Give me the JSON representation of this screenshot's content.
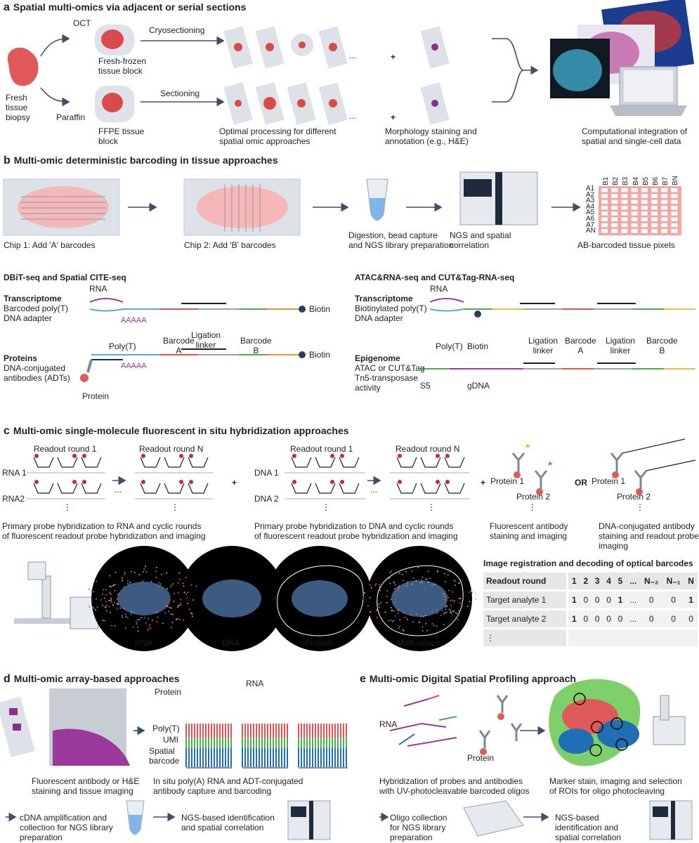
{
  "panel_a": {
    "letter": "a",
    "title": "Spatial multi-omics via adjacent or serial sections",
    "oct": "OCT",
    "cryosectioning": "Cryosectioning",
    "fresh_frozen": "Fresh-frozen\ntissue block",
    "biopsy": "Fresh\ntissue\nbiopsy",
    "paraffin": "Paraffin",
    "sectioning": "Sectioning",
    "ffpe": "FFPE tissue\nblock",
    "optimal": "Optimal processing for different\nspatial omic approaches",
    "morphology": "Morphology staining and\nannotation (e.g., H&E)",
    "computational": "Computational integration of\nspatial and single-cell data",
    "ellipsis": "...",
    "plus": "+"
  },
  "panel_b": {
    "letter": "b",
    "title": "Multi-omic deterministic barcoding in tissue approaches",
    "chip1": "Chip 1:  Add 'A' barcodes",
    "chip2": "Chip 2:  Add 'B' barcodes",
    "digestion": "Digestion, bead capture\nand NGS library preparation",
    "ngs": "NGS and spatial\ncorrelation",
    "pixels": "AB-barcoded tissue pixels",
    "rows": [
      "A1",
      "A2",
      "A3",
      "A4",
      "A5",
      "A6",
      "A7",
      "AN"
    ],
    "cols": [
      "B1",
      "B2",
      "B3",
      "B4",
      "B5",
      "B6",
      "B7",
      "BN"
    ],
    "grid_color": "#f4a6a4",
    "left": {
      "title": "DBiT-seq and Spatial CITE-seq",
      "transcriptome": "Transcriptome",
      "transcriptome_desc": "Barcoded poly(T)\nDNA adapter",
      "rna": "RNA",
      "polya": "AAAAA",
      "biotin": "Biotin",
      "polyt": "Poly(T)",
      "barcode_a": "Barcode\nA",
      "ligation": "Ligation\nlinker",
      "barcode_b": "Barcode\nB",
      "proteins": "Proteins",
      "proteins_desc": "DNA-conjugated\nantibodies (ADTs)",
      "polya2": "AAAAA",
      "biotin2": "Biotin",
      "protein": "Protein"
    },
    "right": {
      "title": "ATAC&RNA-seq and  CUT&Tag-RNA-seq",
      "transcriptome": "Transcriptome",
      "transcriptome_desc": "Biotinylated poly(T)\nDNA adapter",
      "rna": "RNA",
      "polyt": "Poly(T)",
      "biotin": "Biotin",
      "ligation1": "Ligation\nlinker",
      "barcode_a": "Barcode\nA",
      "ligation2": "Ligation\nlinker",
      "barcode_b": "Barcode\nB",
      "epigenome": "Epigenome",
      "epigenome_desc": "ATAC or CUT&Tag\nTn5-transposase\nactivity",
      "s5": "S5",
      "gdna": "gDNA"
    }
  },
  "panel_c": {
    "letter": "c",
    "title": "Multi-omic single-molecule fluorescent in situ hybridization approaches",
    "round1": "Readout round 1",
    "roundN": "Readout round N",
    "rna1": "RNA 1",
    "rna2": "RNA2",
    "dna1": "DNA 1",
    "dna2": "DNA 2",
    "rna_caption": "Primary probe hybridization to RNA and cyclic rounds\nof fluorescent readout probe hybridization and imaging",
    "dna_caption": "Primary probe hybridization to DNA and cyclic rounds\nof fluorescent readout probe hybridization and imaging",
    "protein1": "Protein 1",
    "protein2": "Protein 2",
    "or": "OR",
    "fluor_caption": "Fluorescent antibody\nstaining and imaging",
    "dna_conj_caption": "DNA-conjugated antibody\nstaining and readout probe\nimaging",
    "dots": "⋮",
    "ellipsis": "...",
    "plus": "+",
    "equals": "=",
    "images": [
      "RNA",
      "DNA",
      "Protein",
      "Multi-omics"
    ],
    "table": {
      "title": "Image registration and decoding of optical barcodes",
      "header": [
        "Readout round",
        "1",
        "2",
        "3",
        "4",
        "5",
        "...",
        "N₋₂",
        "N₋₁",
        "N"
      ],
      "rows": [
        [
          "Target analyte 1",
          "1",
          "0",
          "0",
          "0",
          "1",
          "...",
          "0",
          "0",
          "1"
        ],
        [
          "Target analyte 2",
          "1",
          "0",
          "0",
          "0",
          "0",
          "...",
          "0",
          "0",
          "0"
        ],
        [
          "⋮",
          "",
          "",
          "",
          "",
          "",
          "",
          "",
          "",
          ""
        ]
      ]
    }
  },
  "panel_d": {
    "letter": "d",
    "title": "Multi-omic array-based approaches",
    "protein": "Protein",
    "rna": "RNA",
    "polyt": "Poly(T)",
    "umi": "UMI",
    "spatial_barcode": "Spatial\nbarcode",
    "staining": "Fluorescent antibody or H&E\nstaining and tissue imaging",
    "capture": "In situ poly(A) RNA and ADT-conjugated\nantibody capture and barcoding",
    "cdna": "cDNA amplification and\ncollection for NGS library\npreparation",
    "ngs": "NGS-based identification\nand spatial correlation"
  },
  "panel_e": {
    "letter": "e",
    "title": "Multi-omic Digital Spatial Profiling approach",
    "rna": "RNA",
    "protein": "Protein",
    "hybridization": "Hybridization of probes and antibodies\nwith UV-photocleavable barcoded oligos",
    "marker": "Marker stain, imaging and selection\nof ROIs for oligo photocleaving",
    "oligo": "Oligo collection\nfor NGS library\npreparation",
    "ngs": "NGS-based\nidentification and\nspatial correlation"
  },
  "colors": {
    "tissue": "#e05a5a",
    "arrow": "#3d4f6b",
    "slide": "#e3e6ec",
    "probe_star": "#c8283a"
  }
}
